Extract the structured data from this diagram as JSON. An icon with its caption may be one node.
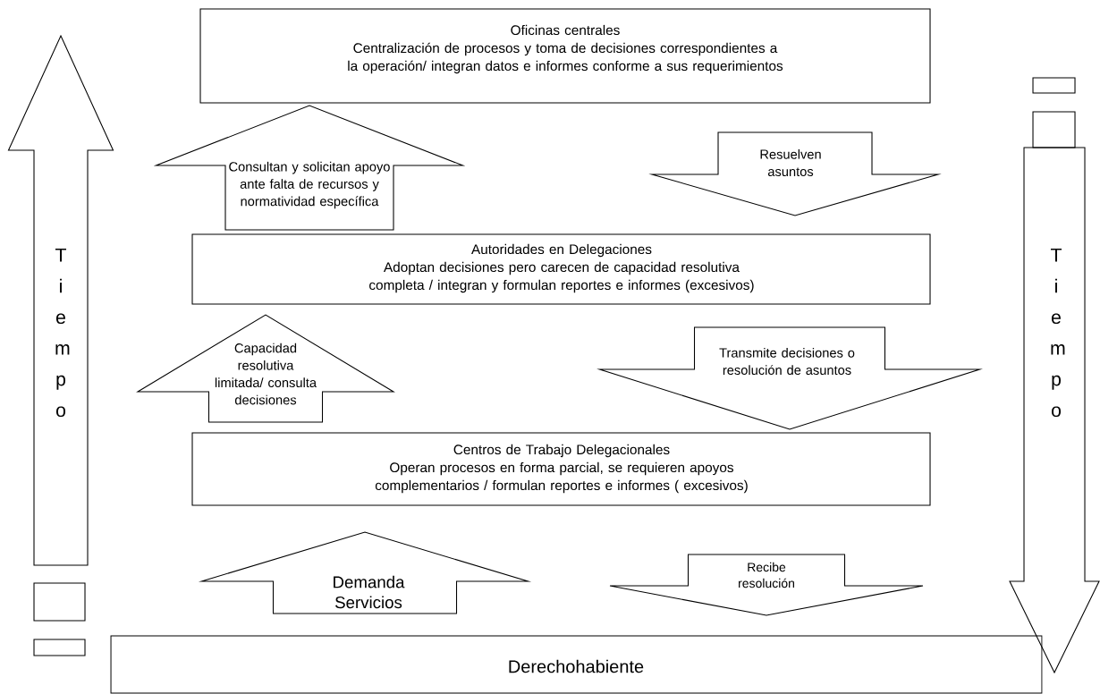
{
  "diagram": {
    "nodes": [
      {
        "text": [
          "Oficinas centrales",
          "Centralización de procesos y toma de decisiones correspondientes a la operación/ integran datos e informes conforme a sus requerimientos"
        ]
      },
      {
        "text": [],
        "shape": "box"
      },
      {
        "text": [],
        "shape": "box"
      },
      {
        "text": [
          "Autoridades en Delegaciones",
          "Adoptan decisiones pero carecen de capacidad resolutiva completa / integran y formulan reportes e informes (excesivos)"
        ]
      },
      {
        "text": [
          "Centros de Trabajo Delegacionales",
          "Operan procesos en forma parcial, se requieren apoyos complementarios / formulan reportes e informes ( excesivos)"
        ]
      },
      {
        "text": [],
        "shape": "box"
      },
      {
        "text": [],
        "shape": "box"
      },
      {
        "text": [
          "Derechohabiente"
        ]
      }
    ],
    "edges": [
      {
        "from": 3,
        "to": 0,
        "arrow": "to",
        "label": "Consultan y solicitan apoyo ante falta de recursos y normatividad específica"
      },
      {
        "from": 0,
        "to": 3,
        "arrow": "to",
        "label": "Resuelven asuntos"
      },
      {
        "from": 4,
        "to": 3,
        "arrow": "to",
        "label": "Capacidad resolutiva limitada/ consulta decisiones"
      },
      {
        "from": 3,
        "to": 4,
        "arrow": "to",
        "label": "Transmite decisiones o resolución de asuntos"
      },
      {
        "from": 7,
        "to": 4,
        "arrow": "to",
        "label": "Demanda Servicios"
      },
      {
        "from": 4,
        "to": 7,
        "arrow": "to",
        "label": "Recibe resolución"
      },
      {
        "from": 5,
        "to": null,
        "arrow": "to",
        "label": "T i e m p o"
      },
      {
        "from": 2,
        "to": 7,
        "arrow": "to",
        "label": "T i e m p o"
      }
    ]
  }
}
